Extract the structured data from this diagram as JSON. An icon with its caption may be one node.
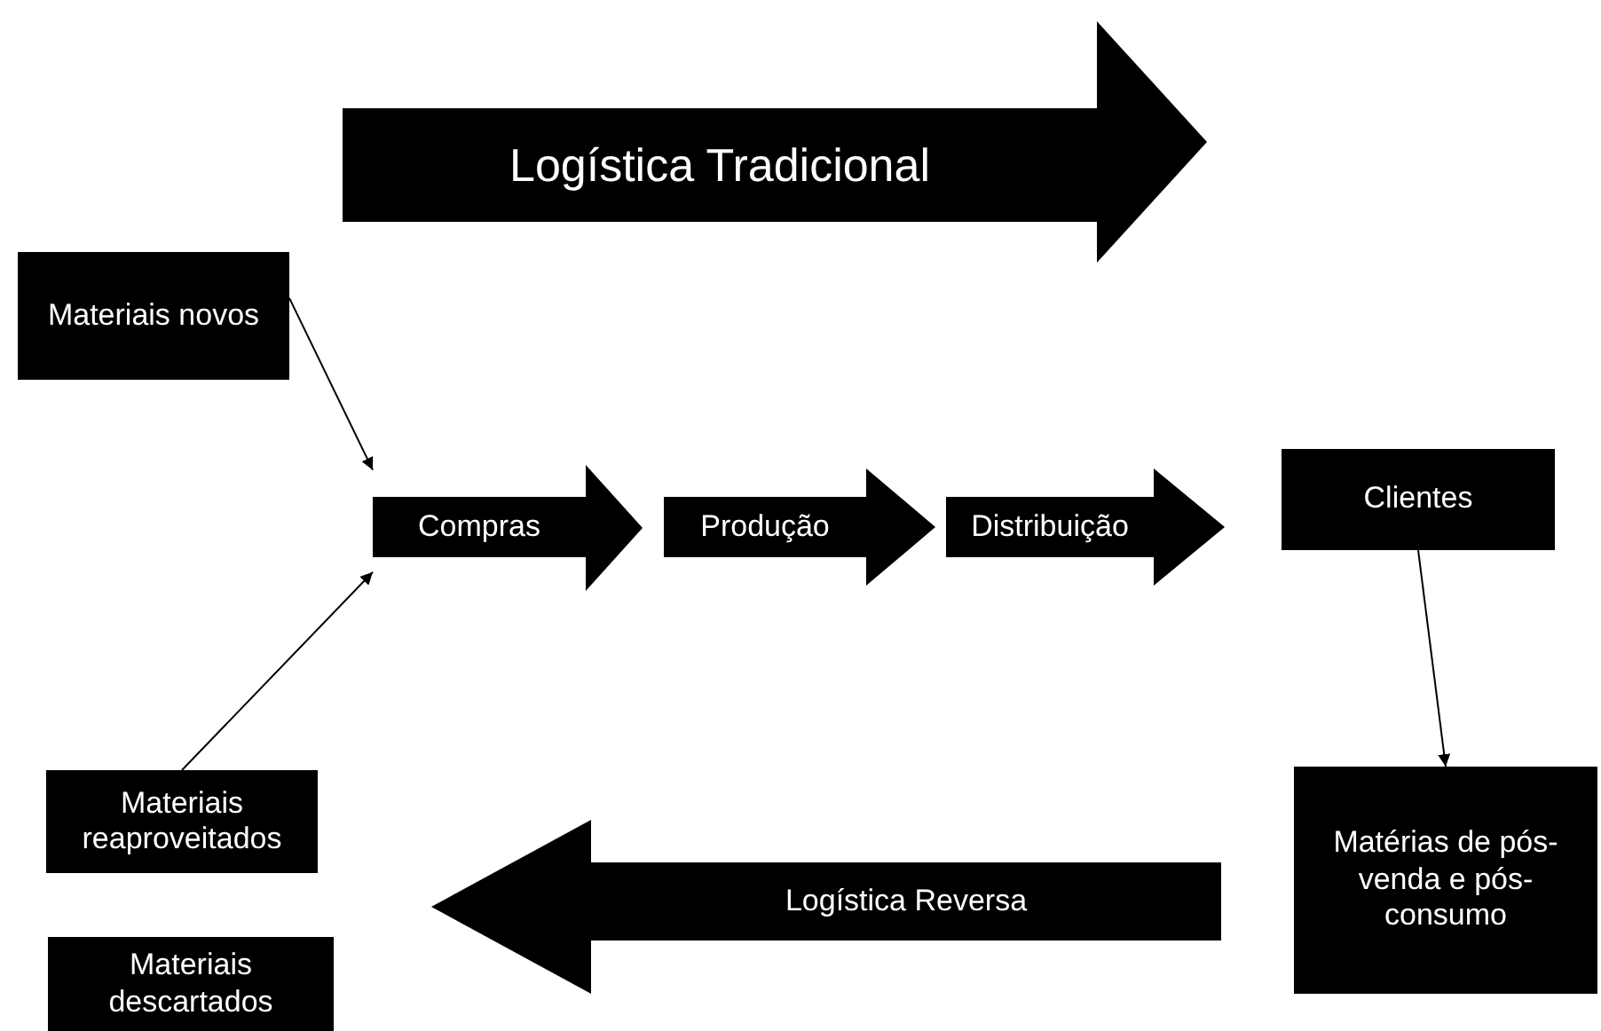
{
  "diagram": {
    "nodes": [
      {
        "text": [
          "Logística Tradicional"
        ]
      },
      {
        "text": [
          "Materiais novos"
        ]
      },
      {
        "text": [
          "Compras"
        ]
      },
      {
        "text": [
          "Produção"
        ]
      },
      {
        "text": [
          "Distribuição"
        ]
      },
      {
        "text": [
          "Clientes"
        ]
      },
      {
        "text": [
          "Materiais reaproveitados"
        ]
      },
      {
        "text": [
          "Matérias de pós-venda e pós-consumo"
        ]
      },
      {
        "text": [
          "Logística Reversa"
        ]
      },
      {
        "text": [
          "Materiais descartados"
        ]
      }
    ],
    "edges": [
      {
        "from": 1,
        "to": 2,
        "arrow": "to"
      },
      {
        "from": 6,
        "to": 2,
        "arrow": "to"
      },
      {
        "from": 5,
        "to": 7,
        "arrow": "to"
      }
    ]
  }
}
